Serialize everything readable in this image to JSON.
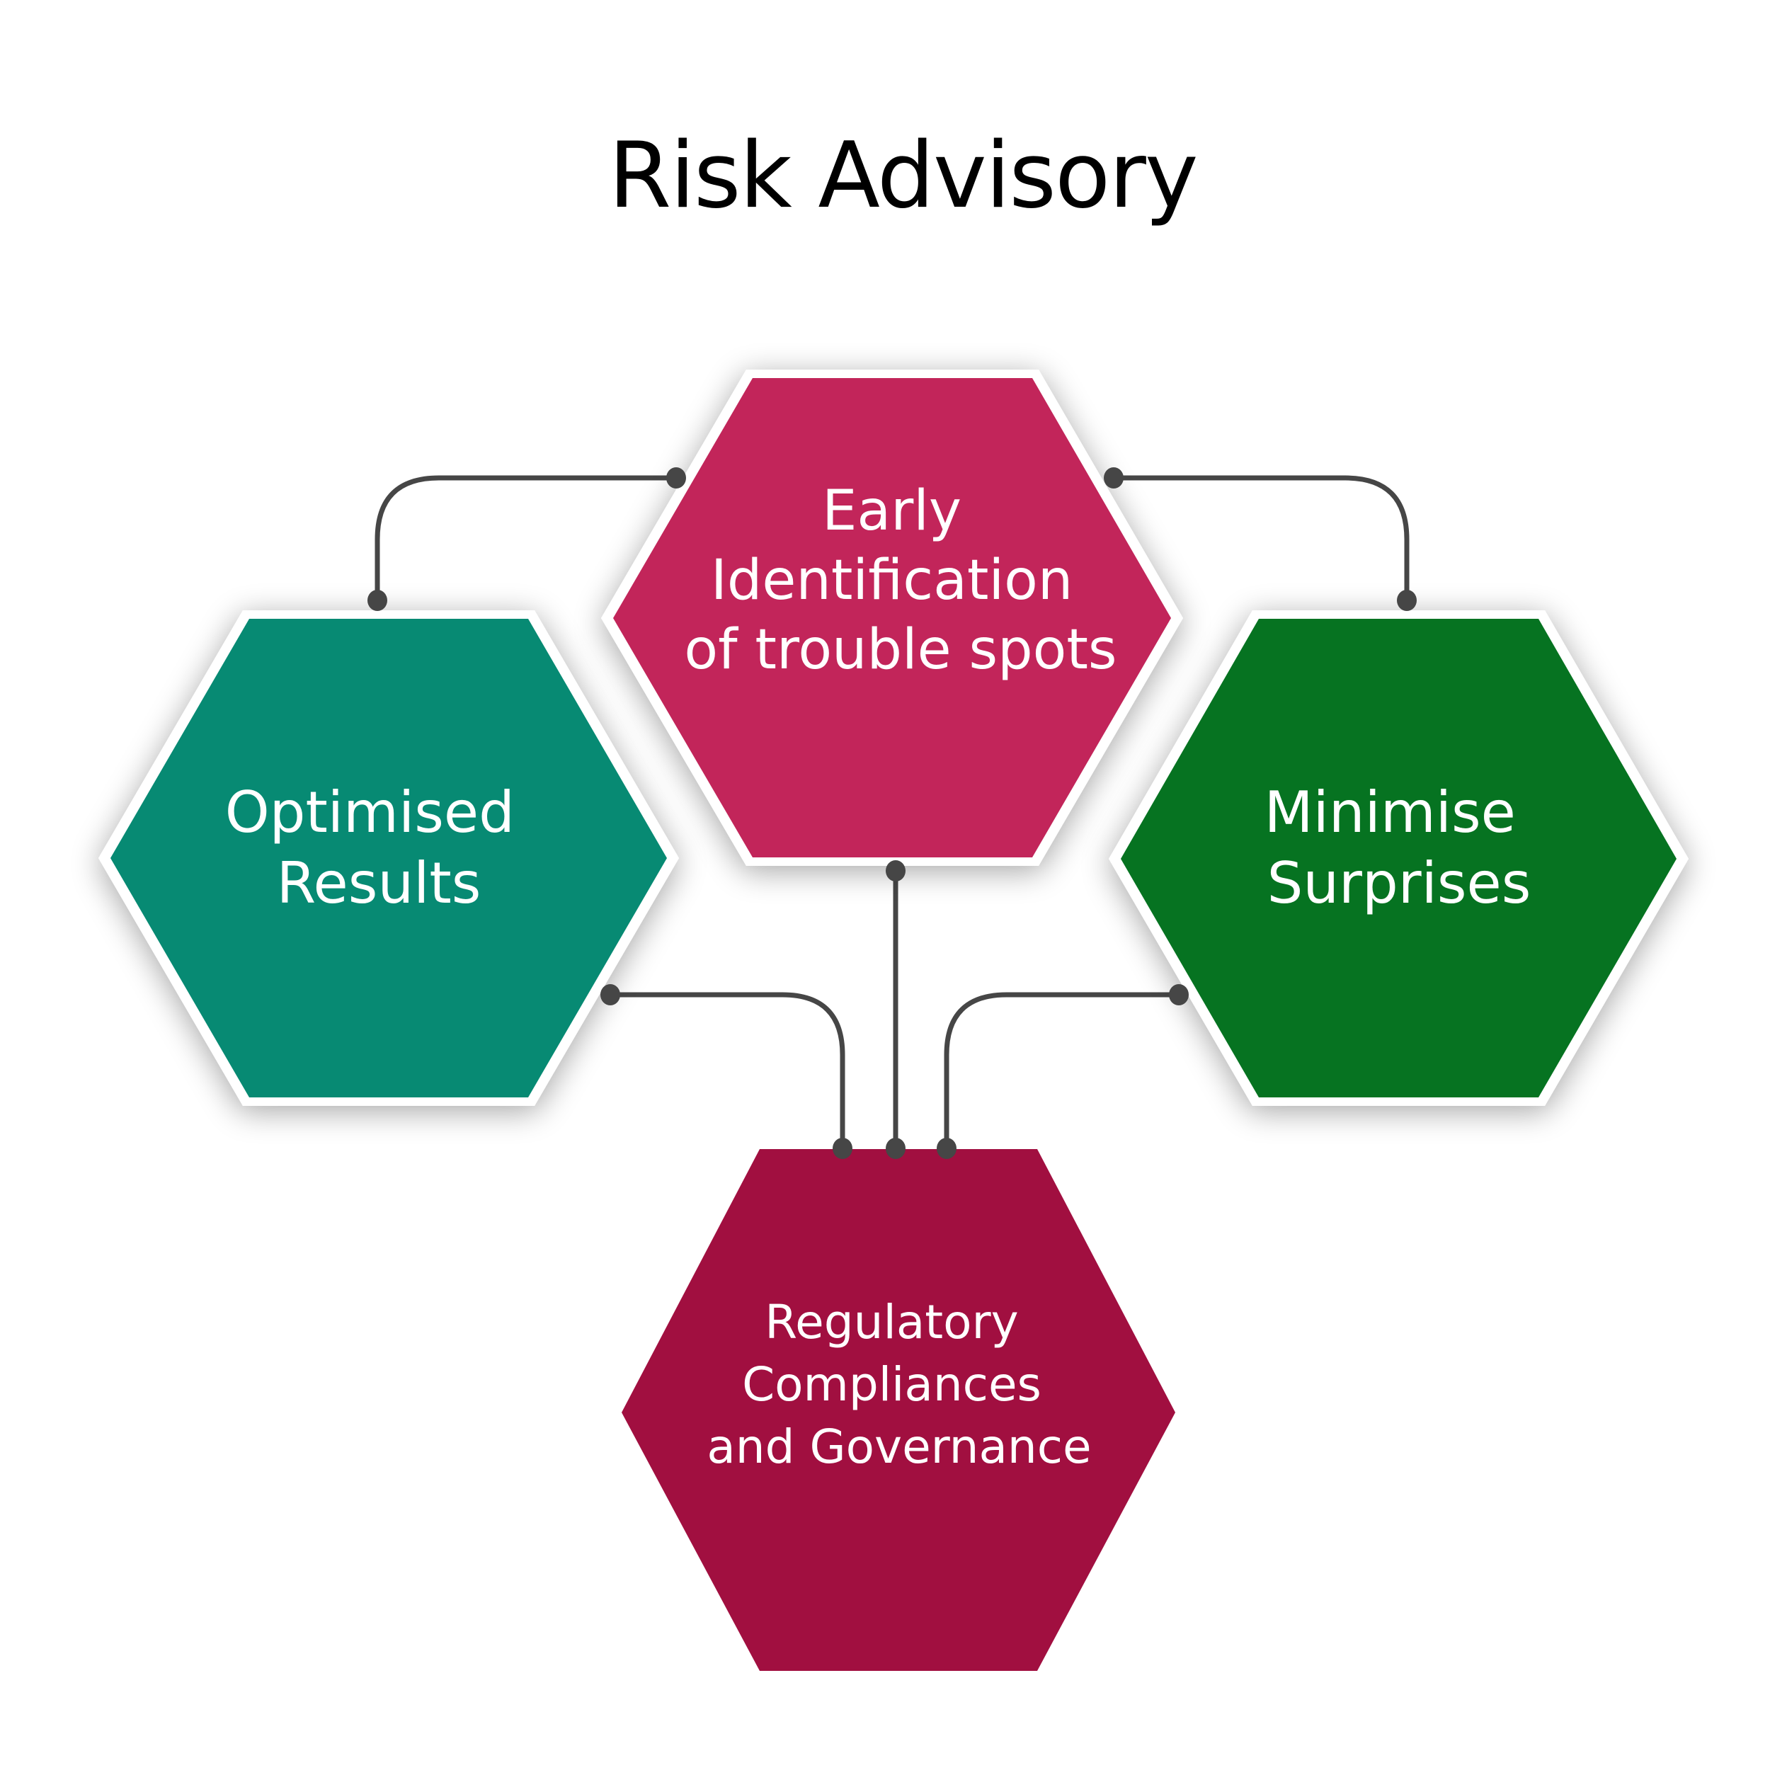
{
  "title": "Risk Advisory",
  "nodes": {
    "early": {
      "lines": [
        "Early",
        "Identification",
        "of trouble spots"
      ],
      "color": "#C2255A"
    },
    "optimised": {
      "lines": [
        "Optimised",
        "Results"
      ],
      "color": "#078A73"
    },
    "minimise": {
      "lines": [
        "Minimise",
        "Surprises"
      ],
      "color": "#067321"
    },
    "regulatory": {
      "lines": [
        "Regulatory",
        "Compliances",
        "and Governance"
      ],
      "color": "#A10F40"
    }
  },
  "connections": [
    {
      "from": "early",
      "to": "optimised"
    },
    {
      "from": "early",
      "to": "minimise"
    },
    {
      "from": "early",
      "to": "regulatory"
    },
    {
      "from": "optimised",
      "to": "regulatory"
    },
    {
      "from": "minimise",
      "to": "regulatory"
    }
  ],
  "connector_color": "#464646"
}
